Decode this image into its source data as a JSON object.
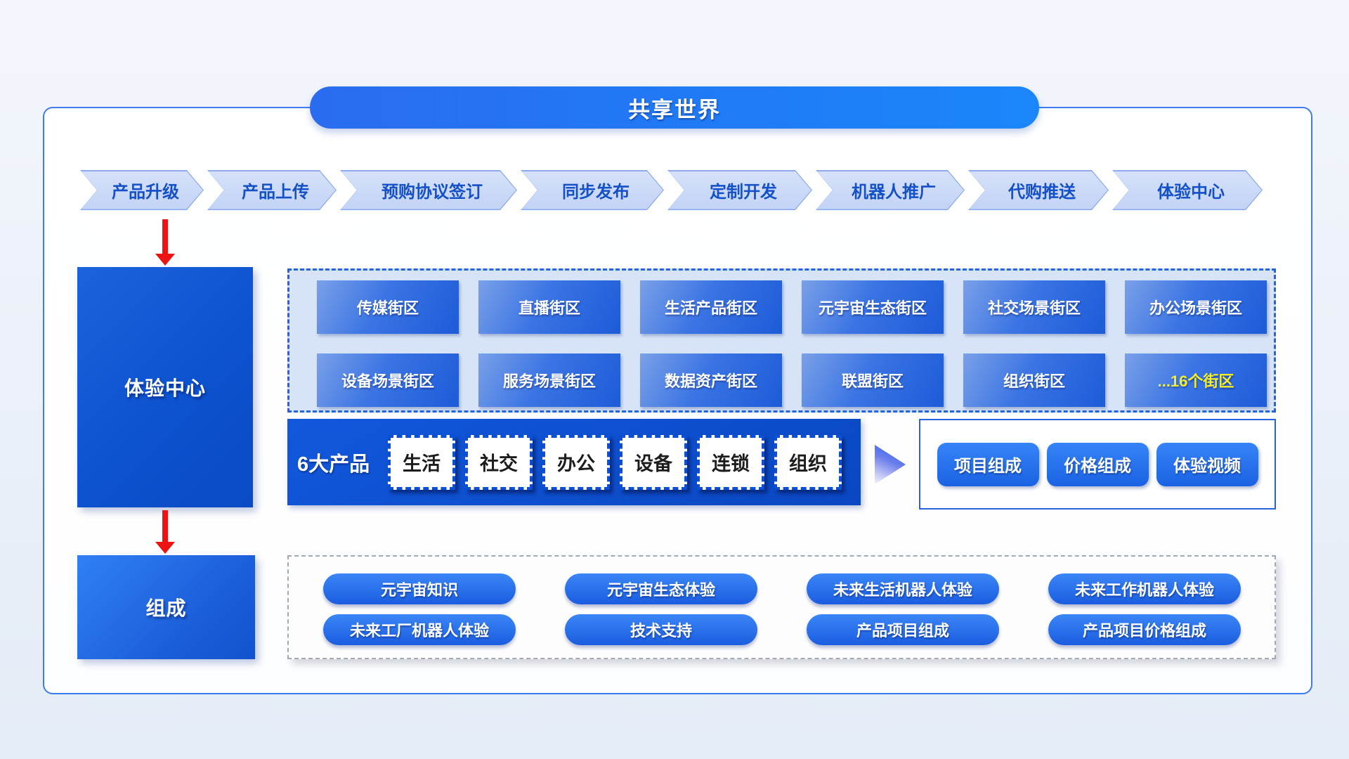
{
  "title": "共享世界",
  "colors": {
    "accent_blue": "#1f6bf0",
    "deep_blue": "#0b4fd0",
    "chevron_fill": "#c9d8f6",
    "chevron_text": "#1450c8",
    "highlight_yellow": "#f4ee27",
    "arrow_red": "#ee1313"
  },
  "process_steps": [
    "产品升级",
    "产品上传",
    "预购协议签订",
    "同步发布",
    "定制开发",
    "机器人推广",
    "代购推送",
    "体验中心"
  ],
  "experience_center_label": "体验中心",
  "streets": {
    "row1": [
      "传媒街区",
      "直播街区",
      "生活产品街区",
      "元宇宙生态街区",
      "社交场景街区",
      "办公场景街区"
    ],
    "row2": [
      "设备场景街区",
      "服务场景街区",
      "数据资产街区",
      "联盟街区",
      "组织街区"
    ],
    "more_label": "...16个街区"
  },
  "products": {
    "label": "6大产品",
    "items": [
      "生活",
      "社交",
      "办公",
      "设备",
      "连锁",
      "组织"
    ]
  },
  "panel_buttons": [
    "项目组成",
    "价格组成",
    "体验视频"
  ],
  "composition_label": "组成",
  "composition_items": {
    "row1": [
      "元宇宙知识",
      "元宇宙生态体验",
      "未来生活机器人体验",
      "未来工作机器人体验"
    ],
    "row2": [
      "未来工厂机器人体验",
      "技术支持",
      "产品项目组成",
      "产品项目价格组成"
    ]
  }
}
